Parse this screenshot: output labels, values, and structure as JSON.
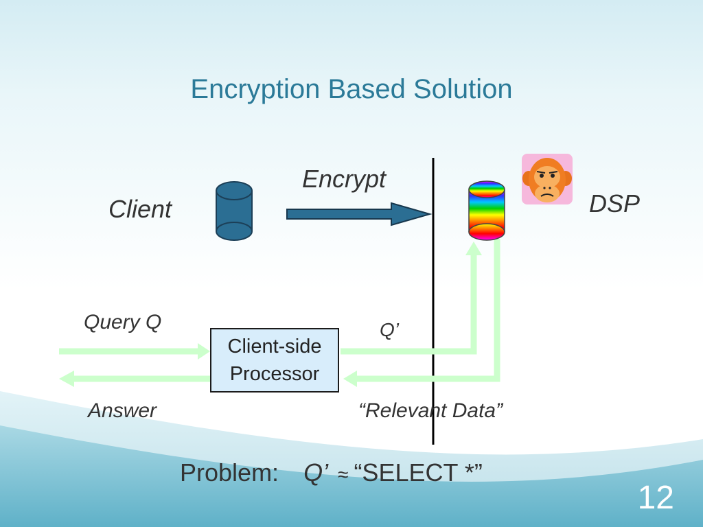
{
  "slide": {
    "title": "Encryption Based Solution",
    "page_number": "12"
  },
  "labels": {
    "client": "Client",
    "encrypt": "Encrypt",
    "dsp": "DSP",
    "query": "Query Q",
    "q_prime": "Q’",
    "answer": "Answer",
    "relevant_data": "“Relevant Data”"
  },
  "processor": {
    "line1": "Client-side",
    "line2": "Processor"
  },
  "problem": {
    "prefix": "Problem:",
    "q": "Q’",
    "approx": "≈",
    "select": "“SELECT *”"
  },
  "colors": {
    "title": "#2b7a98",
    "client_db": "#2b6e93",
    "encrypt_arrow": "#2b6e93",
    "flow_arrows": "#ccffcc",
    "processor_fill": "#d8edfb"
  },
  "icons": {
    "client_db": "database-cylinder-icon",
    "dsp_db": "encrypted-database-cylinder-icon",
    "dsp_avatar": "monkey-face-icon"
  }
}
